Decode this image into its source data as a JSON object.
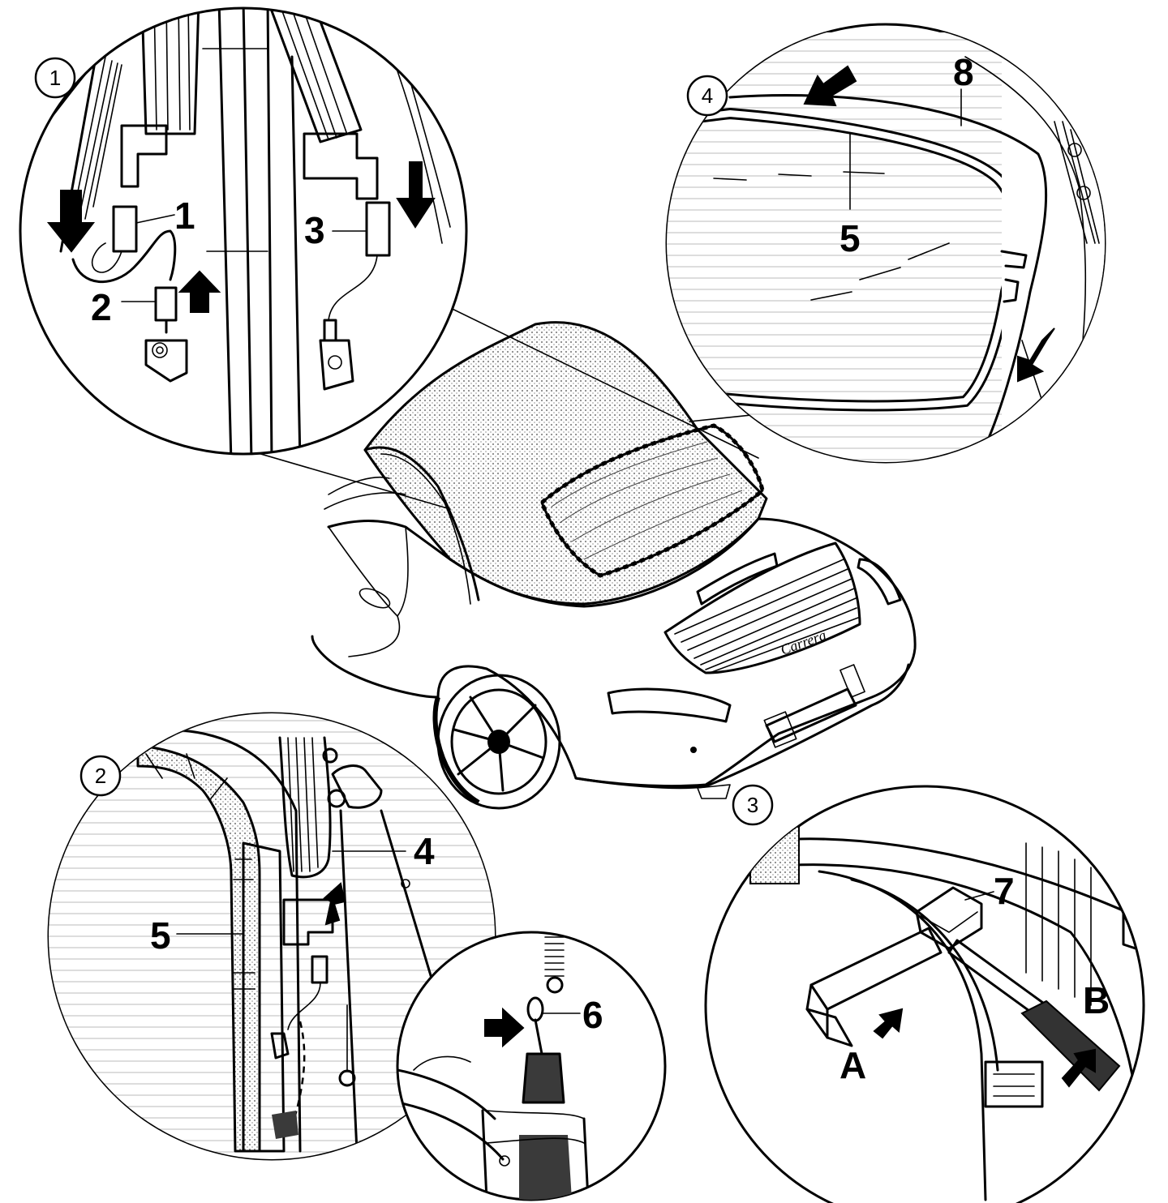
{
  "detail_badges": {
    "d1": "1",
    "d2": "2",
    "d3": "3",
    "d4": "4"
  },
  "callouts": {
    "c1": "1",
    "c2": "2",
    "c3": "3",
    "c4": "4",
    "c5_detail4": "5",
    "c5_detail2": "5",
    "c6": "6",
    "c7": "7",
    "c8": "8",
    "cA": "A",
    "cB": "B"
  },
  "car_badge": "Carrera"
}
